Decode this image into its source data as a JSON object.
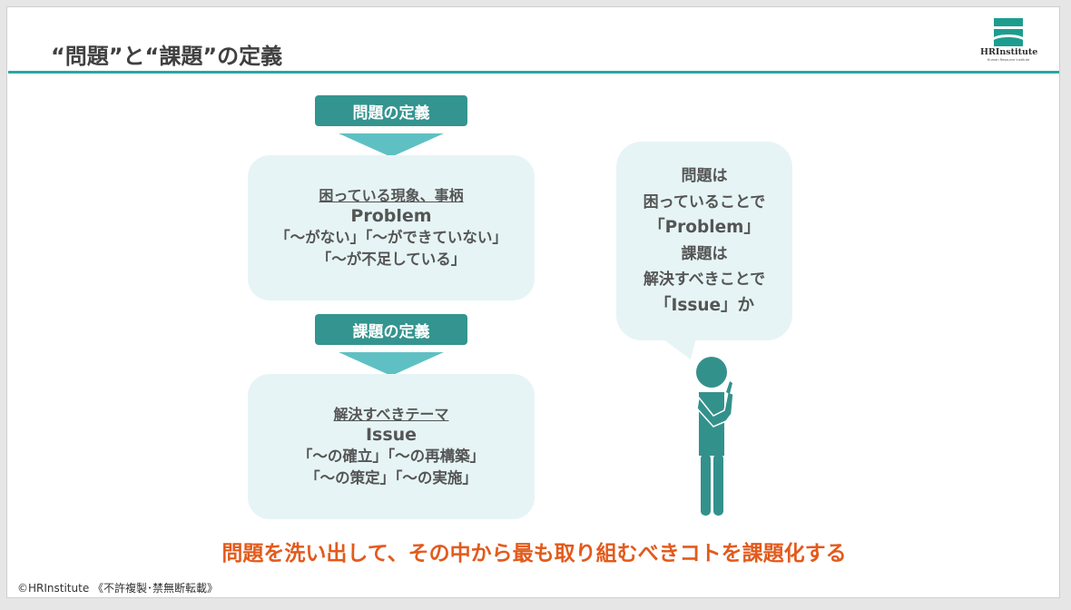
{
  "header": {
    "title": "“問題”と“課題”の定義",
    "logo_text": "HRInstitute",
    "logo_subtitle": "Human Resource Institute",
    "brand_color": "#2aa7a5",
    "logo_icon": "hri-logo-icon"
  },
  "problem": {
    "label": "問題の定義",
    "heading": "困っている現象、事柄",
    "english": "Problem",
    "lines": [
      "「～がない」「～ができていない」",
      "「～が不足している」"
    ]
  },
  "issue": {
    "label": "課題の定義",
    "heading": "解決すべきテーマ",
    "english": "Issue",
    "lines": [
      "「～の確立」「～の再構築」",
      "「～の策定」「～の実施」"
    ]
  },
  "bubble": {
    "lines": [
      "問題は",
      "困っていることで",
      "「Problem」",
      "課題は",
      "解決すべきことで",
      "「Issue」か"
    ]
  },
  "figure": {
    "icon": "thinking-person-icon",
    "color": "#33918c"
  },
  "conclusion": {
    "text": "問題を洗い出して、その中から最も取り組むべきコトを課題化する",
    "color": "#e35a1c"
  },
  "footer": {
    "copyright": "©HRInstitute 《不許複製･禁無断転載》"
  },
  "colors": {
    "label_bg": "#34948f",
    "card_bg": "#e6f4f5",
    "arrow": "#5fc0c3"
  }
}
